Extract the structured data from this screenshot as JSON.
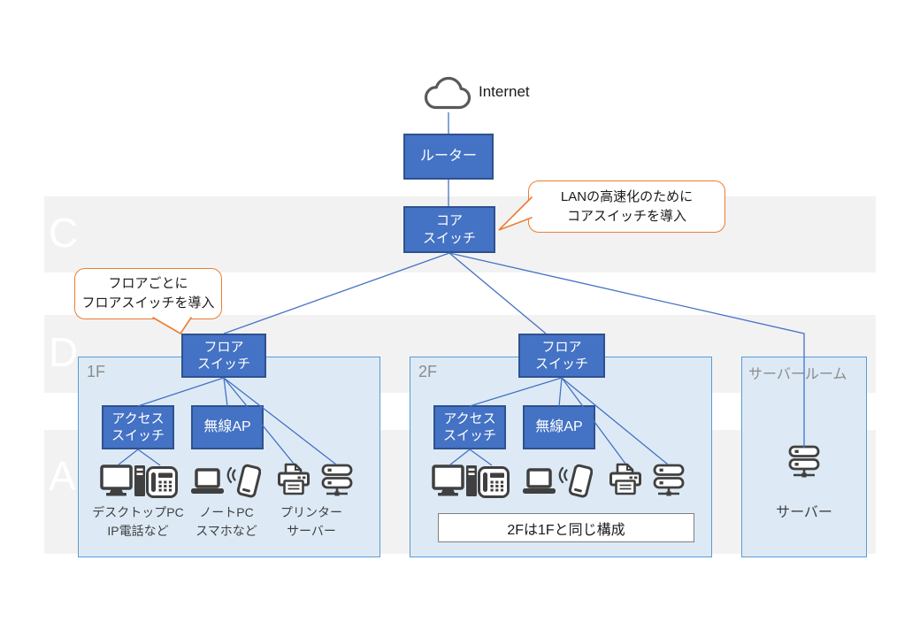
{
  "colors": {
    "node_fill": "#4472C4",
    "node_border": "#2F528F",
    "panel_fill": "#DDEAF6",
    "panel_border": "#5B9BD5",
    "callout_border": "#ED7D31",
    "connector": "#4472C4",
    "icon": "#404040",
    "band": "#F2F2F2",
    "muted_text": "#8C8C8C"
  },
  "background_bands": {
    "letters": [
      "C",
      "D",
      "A"
    ]
  },
  "internet": {
    "label": "Internet"
  },
  "nodes": {
    "router": {
      "label": "ルーター"
    },
    "core_switch": {
      "line1": "コア",
      "line2": "スイッチ"
    },
    "floor_switch": {
      "line1": "フロア",
      "line2": "スイッチ"
    },
    "access_switch": {
      "line1": "アクセス",
      "line2": "スイッチ"
    },
    "wireless_ap": {
      "label": "無線AP"
    }
  },
  "callouts": {
    "core": {
      "line1": "LANの高速化のために",
      "line2": "コアスイッチを導入"
    },
    "floor": {
      "line1": "フロアごとに",
      "line2": "フロアスイッチを導入"
    }
  },
  "panels": {
    "floor1": {
      "label": "1F"
    },
    "floor2": {
      "label": "2F",
      "note": "2Fは1Fと同じ構成"
    },
    "server_room": {
      "label": "サーバールーム",
      "server_label": "サーバー"
    }
  },
  "device_labels": [
    {
      "line1": "デスクトップPC",
      "line2": "IP電話など"
    },
    {
      "line1": "ノートPC",
      "line2": "スマホなど"
    },
    {
      "line1": "プリンター",
      "line2": "サーバー"
    }
  ],
  "icons": [
    "cloud-icon",
    "desktop-pc-icon",
    "ip-phone-icon",
    "laptop-icon",
    "smartphone-icon",
    "printer-icon",
    "server-icon"
  ]
}
